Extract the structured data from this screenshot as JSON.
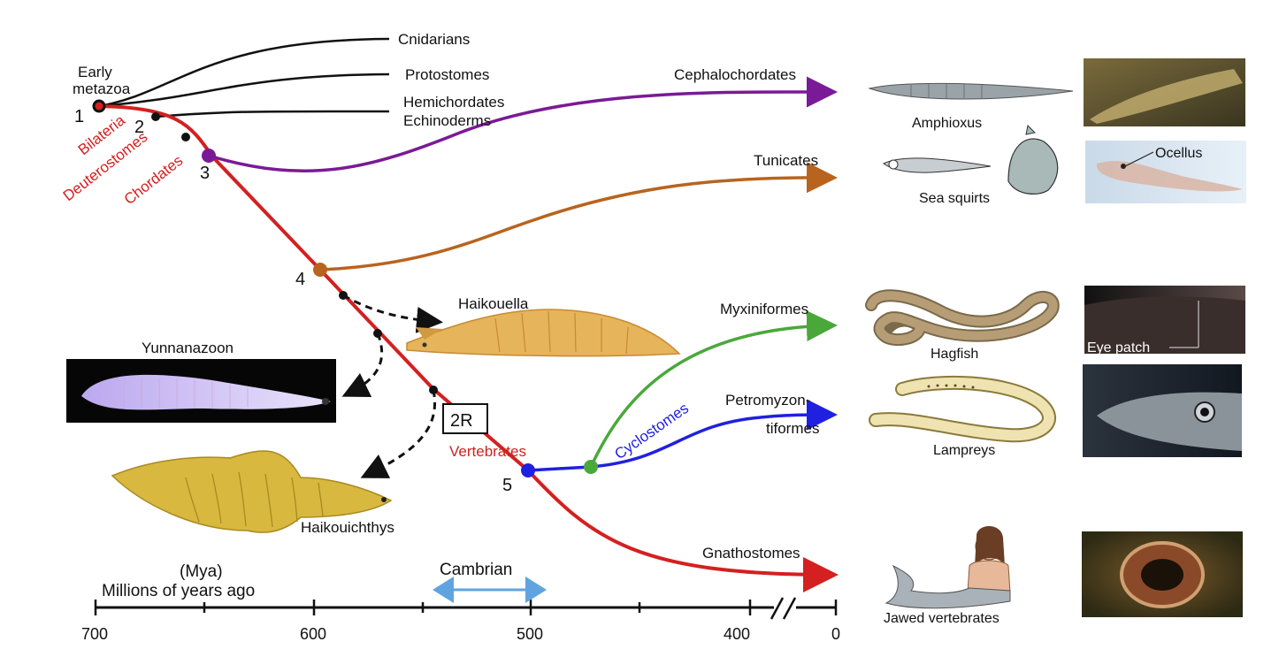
{
  "nodes": {
    "n1": "1",
    "n2": "2",
    "n3": "3",
    "n4": "4",
    "n5": "5"
  },
  "labels": {
    "early_metazoa_1": "Early",
    "early_metazoa_2": "metazoa",
    "cnidarians": "Cnidarians",
    "protostomes": "Protostomes",
    "hemichordates": "Hemichordates",
    "echinoderms": "Echinoderms",
    "bilateria": "Bilateria",
    "deuterostomes": "Deuterostomes",
    "chordates": "Chordates",
    "cephalochordates": "Cephalochordates",
    "tunicates": "Tunicates",
    "myxiniformes": "Myxiniformes",
    "petromyzon_1": "Petromyzon-",
    "petromyzon_2": "tiformes",
    "cyclostomes": "Cyclostomes",
    "vertebrates": "Vertebrates",
    "gnathostomes": "Gnathostomes",
    "duplication": "2R"
  },
  "fossils": {
    "haikouella": "Haikouella",
    "yunnanozoon": "Yunnanazoon",
    "haikouichthys": "Haikouichthys"
  },
  "organisms": {
    "amphioxus": "Amphioxus",
    "sea_squirts": "Sea squirts",
    "hagfish": "Hagfish",
    "lampreys": "Lampreys",
    "jawed_vertebrates": "Jawed vertebrates"
  },
  "photo_labels": {
    "ocellus": "Ocellus",
    "eye_patch": "Eye patch"
  },
  "axis": {
    "unit_abbrev": "(Mya)",
    "unit_full": "Millions of years ago",
    "period": "Cambrian",
    "ticks": [
      "700",
      "600",
      "500",
      "400",
      "0"
    ]
  },
  "colors": {
    "vertebrate_line": "#d42020",
    "cephalochordate_line": "#7a1a96",
    "tunicate_line": "#b8641e",
    "myxini_line": "#4aa83a",
    "petromyzon_line": "#2020e0",
    "cambrian_bar": "#5fa4e0"
  }
}
